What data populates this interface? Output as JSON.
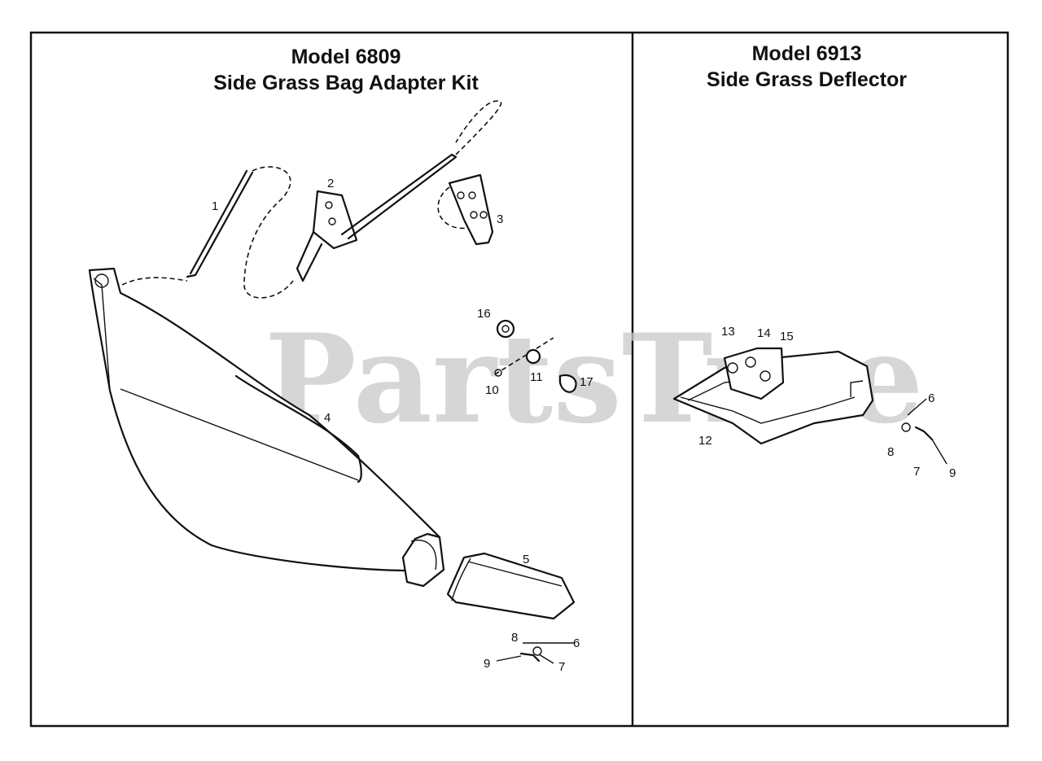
{
  "panels": [
    {
      "title_line1": "Model 6809",
      "title_line2": "Side Grass Bag Adapter Kit"
    },
    {
      "title_line1": "Model 6913",
      "title_line2": "Side Grass Deflector"
    }
  ],
  "callouts": {
    "left": [
      "1",
      "2",
      "3",
      "4",
      "5",
      "6",
      "7",
      "8",
      "9",
      "10",
      "11",
      "16",
      "17"
    ],
    "right": [
      "6",
      "7",
      "8",
      "9",
      "12",
      "13",
      "14",
      "15"
    ]
  },
  "watermark": "PartsTree"
}
